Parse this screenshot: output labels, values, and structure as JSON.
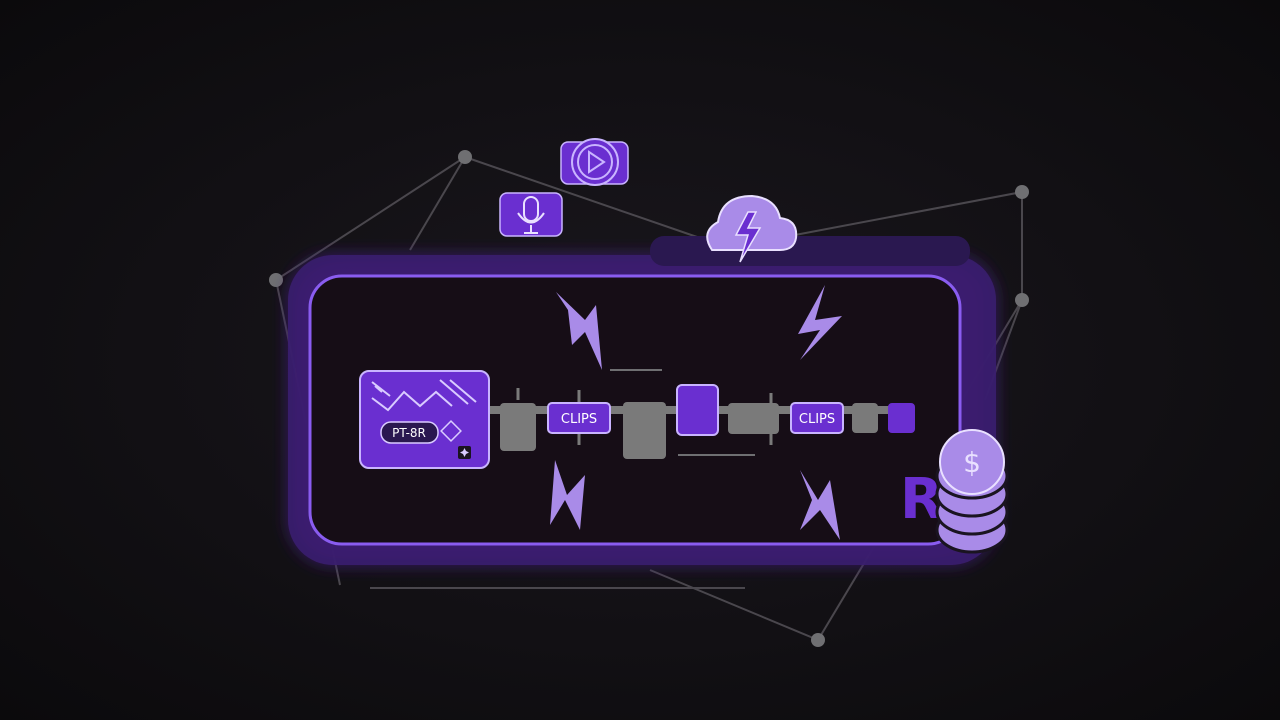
{
  "badge_label": "PT-8R",
  "clips": [
    "CLIPS",
    "CLIPS"
  ],
  "brand_letter": "R",
  "coin_symbol": "$",
  "colors": {
    "accent": "#6a2fd0",
    "accent_light": "#a98be8",
    "outline": "#c9b4ff",
    "node_gray": "#6f6f72",
    "block_gray": "#7a7a7a",
    "background": "#121014"
  },
  "icons": [
    "microphone-icon",
    "play-icon",
    "cloud-lightning-icon",
    "waveform-icon",
    "diamond-icon",
    "coin-stack-icon",
    "lightning-bolt-icon"
  ]
}
